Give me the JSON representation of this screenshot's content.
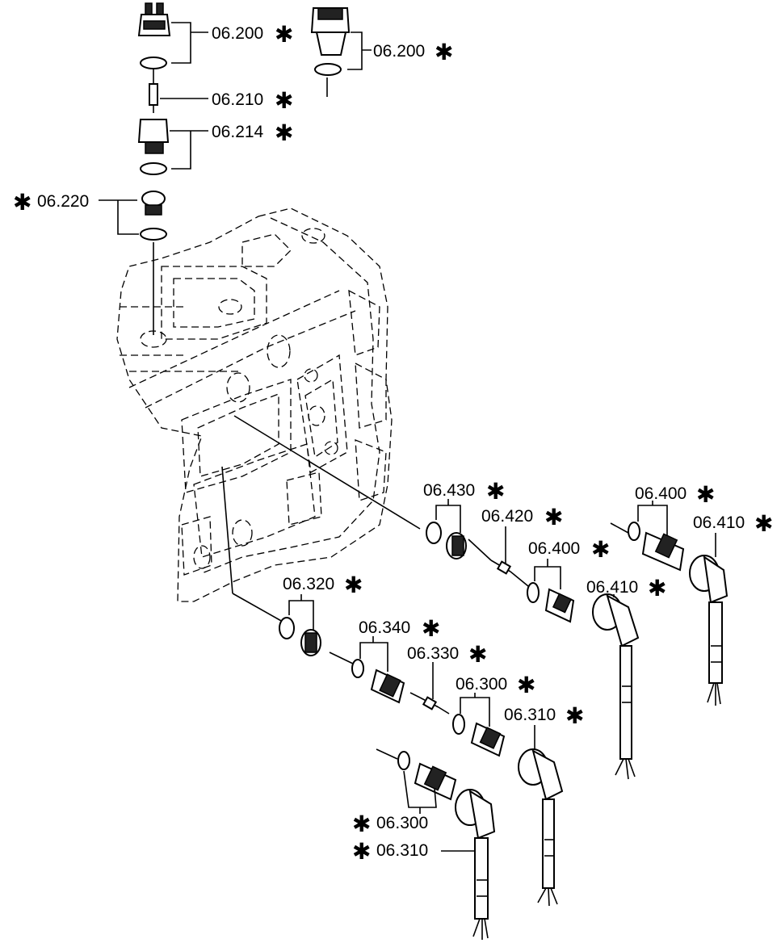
{
  "diagram": {
    "callouts": [
      {
        "id": "c1",
        "text": "06.200",
        "star": "✱"
      },
      {
        "id": "c2",
        "text": "06.200",
        "star": "✱"
      },
      {
        "id": "c3",
        "text": "06.210",
        "star": "✱"
      },
      {
        "id": "c4",
        "text": "06.214",
        "star": "✱"
      },
      {
        "id": "c5",
        "text": "06.220",
        "star": "✱"
      },
      {
        "id": "c6",
        "text": "06.430",
        "star": "✱"
      },
      {
        "id": "c7",
        "text": "06.420",
        "star": "✱"
      },
      {
        "id": "c8",
        "text": "06.400",
        "star": "✱"
      },
      {
        "id": "c9",
        "text": "06.400",
        "star": "✱"
      },
      {
        "id": "c10",
        "text": "06.410",
        "star": "✱"
      },
      {
        "id": "c11",
        "text": "06.410",
        "star": "✱"
      },
      {
        "id": "c12",
        "text": "06.320",
        "star": "✱"
      },
      {
        "id": "c13",
        "text": "06.340",
        "star": "✱"
      },
      {
        "id": "c14",
        "text": "06.330",
        "star": "✱"
      },
      {
        "id": "c15",
        "text": "06.300",
        "star": "✱"
      },
      {
        "id": "c16",
        "text": "06.310",
        "star": "✱"
      },
      {
        "id": "c17",
        "text": "06.300",
        "star": "✱"
      },
      {
        "id": "c18",
        "text": "06.310",
        "star": "✱"
      }
    ]
  }
}
